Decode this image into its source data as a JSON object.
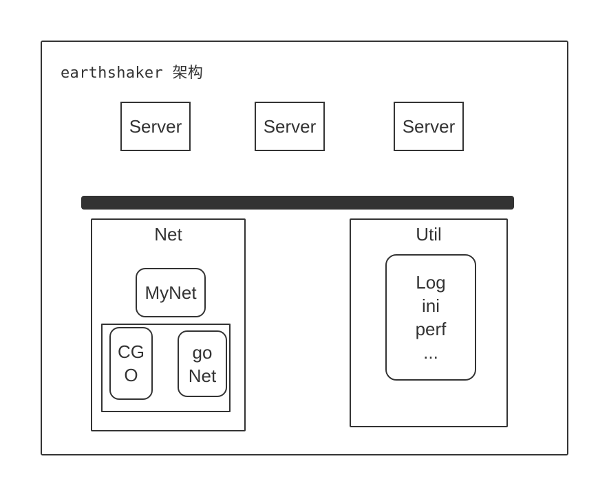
{
  "title": "earthshaker 架构",
  "servers": [
    "Server",
    "Server",
    "Server"
  ],
  "net": {
    "label": "Net",
    "mynet": "MyNet",
    "cgo_line1": "CG",
    "cgo_line2": "O",
    "gonet_line1": "go",
    "gonet_line2": "Net"
  },
  "util": {
    "label": "Util",
    "items": [
      "Log",
      "ini",
      "perf",
      "..."
    ]
  }
}
